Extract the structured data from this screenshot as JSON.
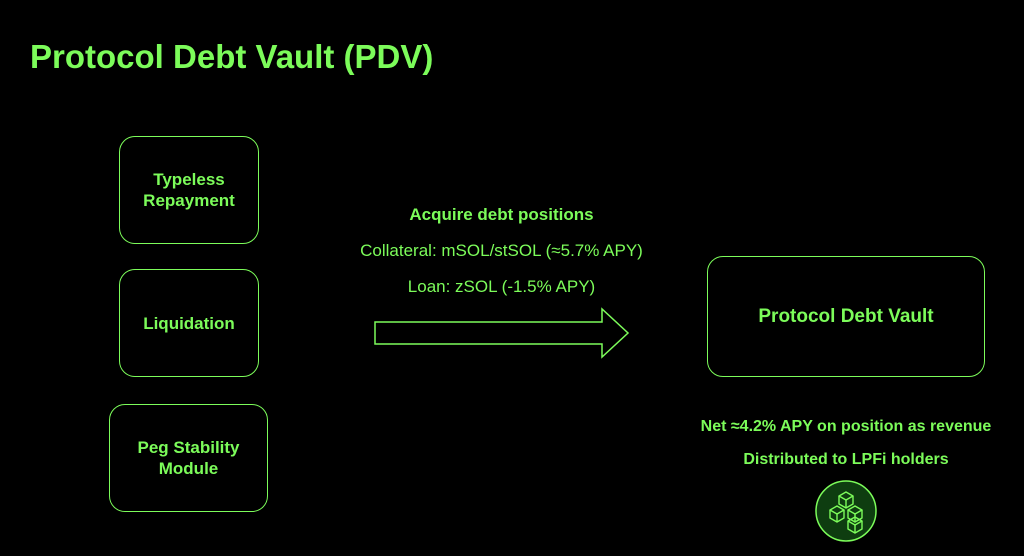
{
  "title": "Protocol Debt Vault (PDV)",
  "sources": [
    {
      "label": "Typeless\nRepayment"
    },
    {
      "label": "Liquidation"
    },
    {
      "label": "Peg Stability\nModule"
    }
  ],
  "flow": {
    "heading": "Acquire debt positions",
    "collateral": "Collateral: mSOL/stSOL (≈5.7% APY)",
    "loan": "Loan: zSOL (-1.5% APY)"
  },
  "target": {
    "label": "Protocol Debt Vault"
  },
  "revenue": {
    "net": "Net ≈4.2% APY on position as revenue",
    "distribution": "Distributed to LPFi holders"
  },
  "colors": {
    "accent": "#7CFC5A",
    "background": "#000000",
    "logo_fill": "#0E3D10"
  },
  "icons": {
    "flow_arrow": "right-arrow-icon",
    "logo": "lpfi-cubes-logo-icon"
  }
}
